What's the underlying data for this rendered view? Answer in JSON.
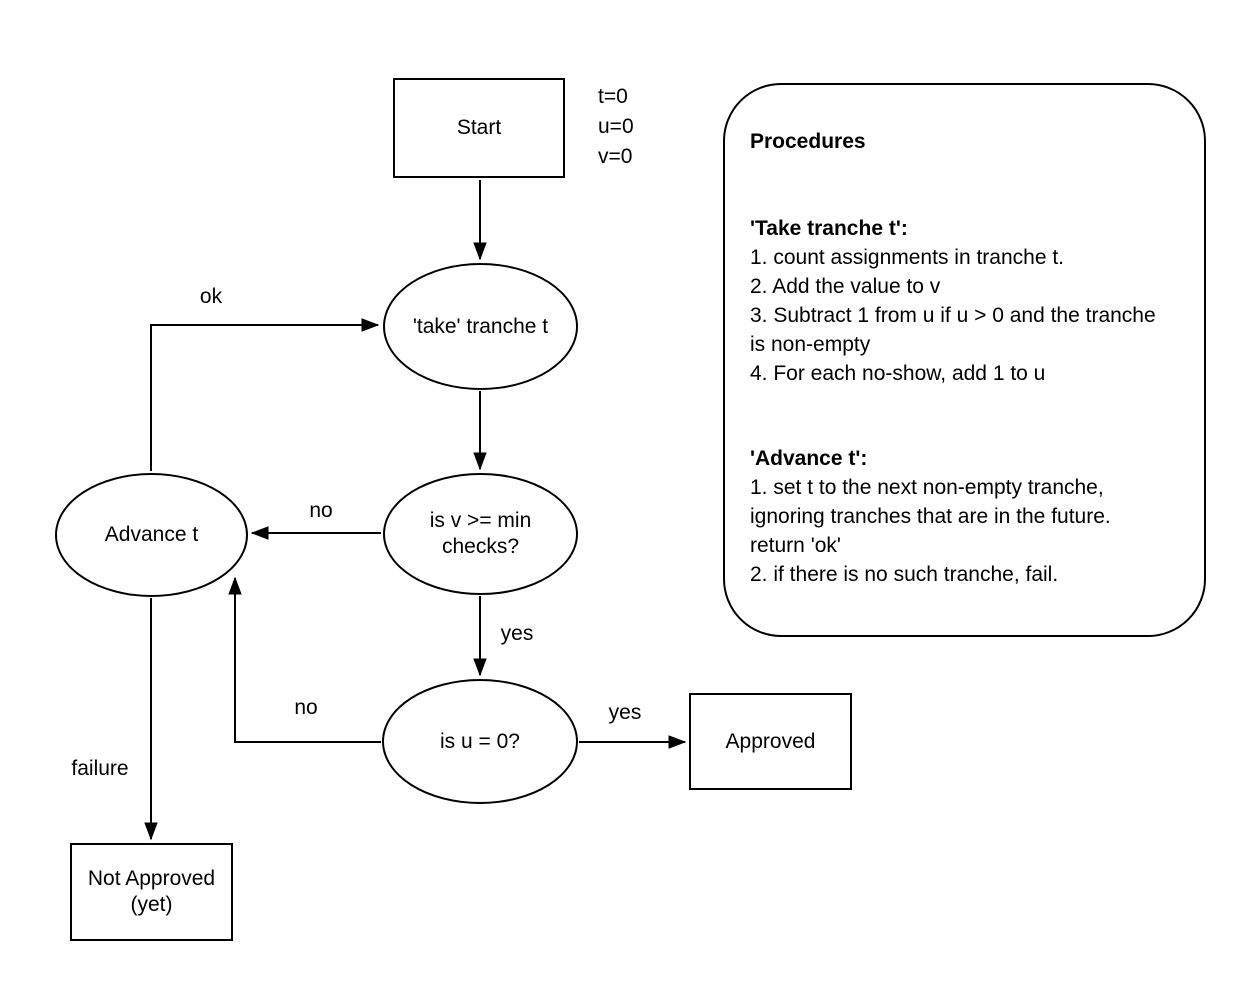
{
  "flowchart": {
    "nodes": {
      "start": {
        "label": "Start"
      },
      "take": {
        "label": "'take' tranche t"
      },
      "v_check": {
        "line1": "is v >= min",
        "line2": "checks?"
      },
      "u_check": {
        "label": "is u = 0?"
      },
      "advance": {
        "label": "Advance t"
      },
      "approved": {
        "label": "Approved"
      },
      "not_approved": {
        "line1": "Not Approved",
        "line2": "(yet)"
      }
    },
    "init_vars": {
      "lines": [
        "t=0",
        "u=0",
        "v=0"
      ]
    },
    "edge_labels": {
      "ok": "ok",
      "no_vcheck": "no",
      "yes_vcheck": "yes",
      "no_ucheck": "no",
      "yes_ucheck": "yes",
      "failure": "failure"
    }
  },
  "procedures": {
    "title": "Procedures",
    "take": {
      "heading": "'Take tranche t':",
      "steps": [
        "1. count assignments in tranche t.",
        "2. Add the value to v",
        "3. Subtract 1 from u if u > 0 and the tranche is non-empty",
        "4. For each no-show, add 1 to u"
      ]
    },
    "advance": {
      "heading": "'Advance t':",
      "steps": [
        "1. set t to the next non-empty tranche, ignoring tranches that are in the future. return 'ok'",
        "2. if there is no such tranche, fail."
      ]
    }
  },
  "colors": {
    "stroke": "#000000",
    "background": "#ffffff"
  }
}
